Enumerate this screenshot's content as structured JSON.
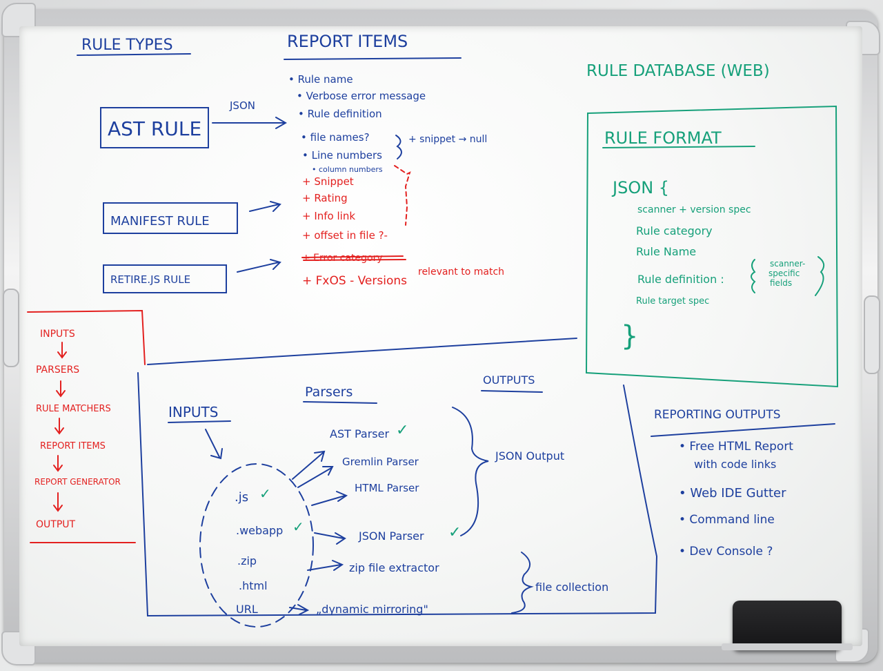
{
  "colors": {
    "blue": "#1d3f9e",
    "red": "#e3201f",
    "teal": "#16a07a",
    "eraser": "#1b1b1d"
  },
  "rule_types": {
    "heading": "RULE TYPES",
    "ast_rule": "AST RULE",
    "manifest_rule": "MANIFEST RULE",
    "retire_rule": "RETIRE.JS RULE",
    "json_label": "JSON"
  },
  "report_items": {
    "heading": "REPORT ITEMS",
    "items": [
      "• Rule name",
      "• Verbose error message",
      "• Rule definition",
      "• file names?",
      "• Line numbers",
      "• column numbers"
    ],
    "snippet_note": "+ snippet → null",
    "added": [
      "+ Snippet",
      "+ Rating",
      "+ Info link",
      "+ offset in file ?-"
    ],
    "struck": "+ Error category",
    "fxos": "+ FxOS - Versions",
    "fxos_note": "relevant to match"
  },
  "rule_database": {
    "heading": "RULE DATABASE (WEB)",
    "format_heading": "RULE FORMAT",
    "json_open": "JSON {",
    "fields": [
      "scanner + version spec",
      "Rule category",
      "Rule Name",
      "Rule definition :",
      "Rule target spec"
    ],
    "scanner_specific": [
      "scanner-",
      "specific",
      "fields"
    ],
    "json_close": "}"
  },
  "pipeline": {
    "steps": [
      "INPUTS",
      "PARSERS",
      "RULE MATCHERS",
      "REPORT ITEMS",
      "REPORT GENERATOR",
      "OUTPUT"
    ]
  },
  "architecture": {
    "inputs_heading": "INPUTS",
    "parsers_heading": "Parsers",
    "outputs_heading": "OUTPUTS",
    "inputs": [
      ".js",
      ".webapp",
      ".zip",
      ".html",
      "URL"
    ],
    "parsers": [
      "AST Parser",
      "Gremlin Parser",
      "HTML Parser",
      "JSON Parser",
      "zip file extractor",
      "„dynamic mirroring\""
    ],
    "json_output": "JSON Output",
    "file_collection": "file collection",
    "check": "✓"
  },
  "reporting_outputs": {
    "heading": "REPORTING OUTPUTS",
    "items": [
      "• Free HTML Report",
      "with code links",
      "• Web IDE Gutter",
      "• Command line",
      "• Dev Console ?"
    ]
  }
}
